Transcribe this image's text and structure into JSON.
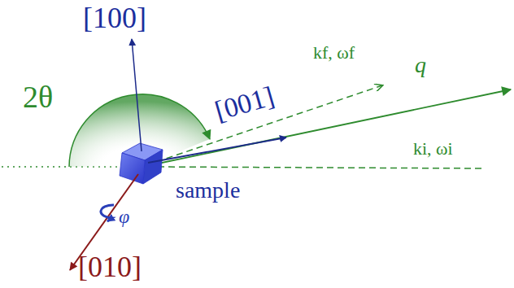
{
  "diagram": {
    "labels": [
      "[100]",
      "2θ",
      "kf, ωf",
      "[001]",
      "q⃗",
      "ki, ωi",
      "sample",
      "φ",
      "[010]"
    ]
  }
}
